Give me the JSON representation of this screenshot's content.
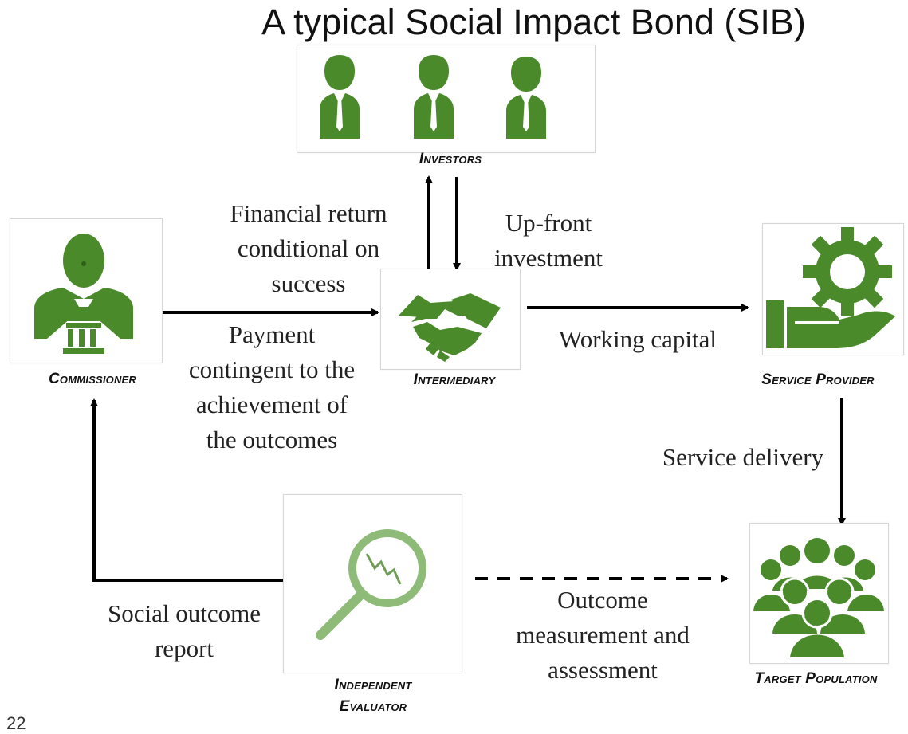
{
  "title": "A typical Social Impact Bond (SIB)",
  "colors": {
    "icon_green": "#4a8a2a",
    "icon_light_green": "#8ebb78",
    "arrow": "#000000"
  },
  "actors": {
    "investors": {
      "label": "Investors",
      "icon": "investors-icon"
    },
    "commissioner": {
      "label": "Commissioner",
      "icon": "commissioner-icon"
    },
    "intermediary": {
      "label": "Intermediary",
      "icon": "handshake-icon"
    },
    "service_provider": {
      "label": "Service Provider",
      "icon": "gear-hand-icon"
    },
    "target_population": {
      "label": "Target Population",
      "icon": "crowd-icon"
    },
    "independent_evaluator": {
      "label_line1": "Independent",
      "label_line2": "Evaluator",
      "icon": "magnifier-icon"
    }
  },
  "flows": {
    "financial_return": [
      "Financial return",
      "conditional on",
      "success"
    ],
    "upfront_investment": [
      "Up-front",
      "investment"
    ],
    "payment": [
      "Payment",
      "contingent to the",
      "achievement of",
      "the outcomes"
    ],
    "working_capital": "Working capital",
    "service_delivery": "Service delivery",
    "social_outcome_report": [
      "Social outcome",
      "report"
    ],
    "outcome_measurement": [
      "Outcome",
      "measurement and",
      "assessment"
    ]
  },
  "page_number": "22"
}
